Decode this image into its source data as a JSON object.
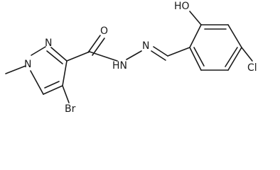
{
  "molecule": {
    "atoms": {
      "O_carbonyl": "O",
      "N_ring2": "N",
      "N_ring1": "N",
      "N_hydrazone": "N",
      "NH": "HN",
      "OH": "HO",
      "Br": "Br",
      "Cl": "Cl"
    }
  }
}
